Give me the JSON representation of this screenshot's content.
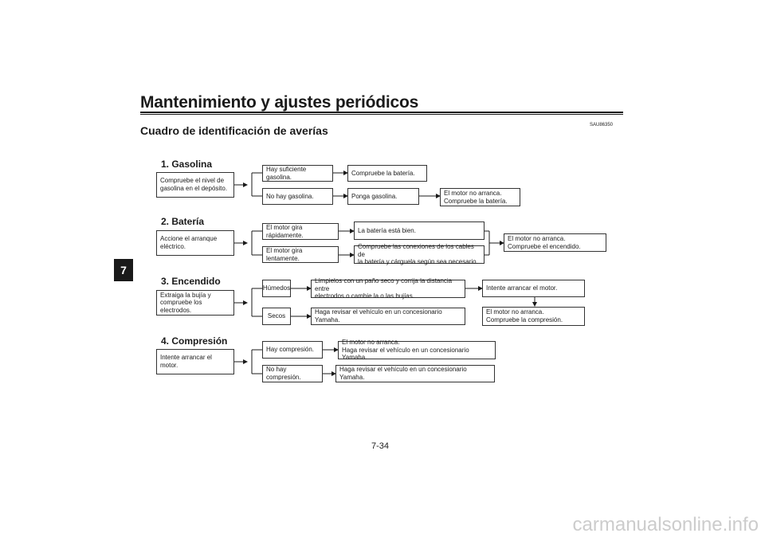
{
  "header": {
    "title": "Mantenimiento y ajustes periódicos",
    "chapter_tab": "7",
    "subtitle": "Cuadro de identificación de averías",
    "code": "SAU86350"
  },
  "sections": [
    {
      "heading": "1. Gasolina",
      "start": "Compruebe el nivel de\ngasolina en el depósito.",
      "branch_a": "Hay suficiente gasolina.",
      "branch_a_next": "Compruebe la batería.",
      "branch_b": "No hay gasolina.",
      "branch_b_next": "Ponga gasolina.",
      "branch_b_result": "El motor no arranca.\nCompruebe la batería."
    },
    {
      "heading": "2. Batería",
      "start": "Accione el arranque\neléctrico.",
      "branch_a": "El motor gira rápidamente.",
      "branch_a_next": "La batería está bien.",
      "branch_b": "El motor gira lentamente.",
      "branch_b_next": "Compruebe las conexiones de los cables de\nla batería y cárguela según sea necesario.",
      "result": "El motor no arranca.\nCompruebe el encendido."
    },
    {
      "heading": "3. Encendido",
      "start": "Extraiga la bujía y\ncompruebe los electrodos.",
      "branch_a": "Húmedos",
      "branch_a_next": "Límpielos con un paño seco y corrija la distancia entre\nelectrodos o cambie la o las bujías.",
      "branch_a_then": "Intente arrancar el motor.",
      "branch_a_result": "El motor no arranca.\nCompruebe la compresión.",
      "branch_b": "Secos",
      "branch_b_next": "Haga revisar el vehículo en un concesionario Yamaha."
    },
    {
      "heading": "4. Compresión",
      "start": "Intente arrancar el motor.",
      "branch_a": "Hay compresión.",
      "branch_a_next": "El motor no arranca.\nHaga revisar el vehículo en un concesionario Yamaha.",
      "branch_b": "No hay compresión.",
      "branch_b_next": "Haga revisar el vehículo en un concesionario Yamaha."
    }
  ],
  "footer": {
    "page_number": "7-34",
    "watermark": "carmanualsonline.info"
  }
}
